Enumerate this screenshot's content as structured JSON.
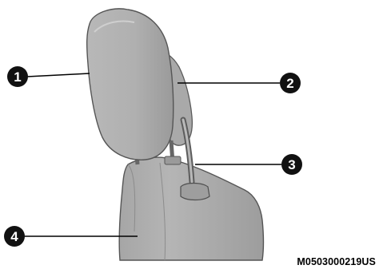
{
  "figure": {
    "id_code": "M0503000219US"
  },
  "callouts": [
    {
      "number": "1"
    },
    {
      "number": "2"
    },
    {
      "number": "3"
    },
    {
      "number": "4"
    }
  ],
  "colors": {
    "background": "#ffffff",
    "seat_fill": "#b3b3b3",
    "seat_shadow": "#8f8f8f",
    "seat_outline": "#555555",
    "callout_circle": "#111111",
    "callout_text": "#ffffff",
    "leader_line": "#000000"
  }
}
